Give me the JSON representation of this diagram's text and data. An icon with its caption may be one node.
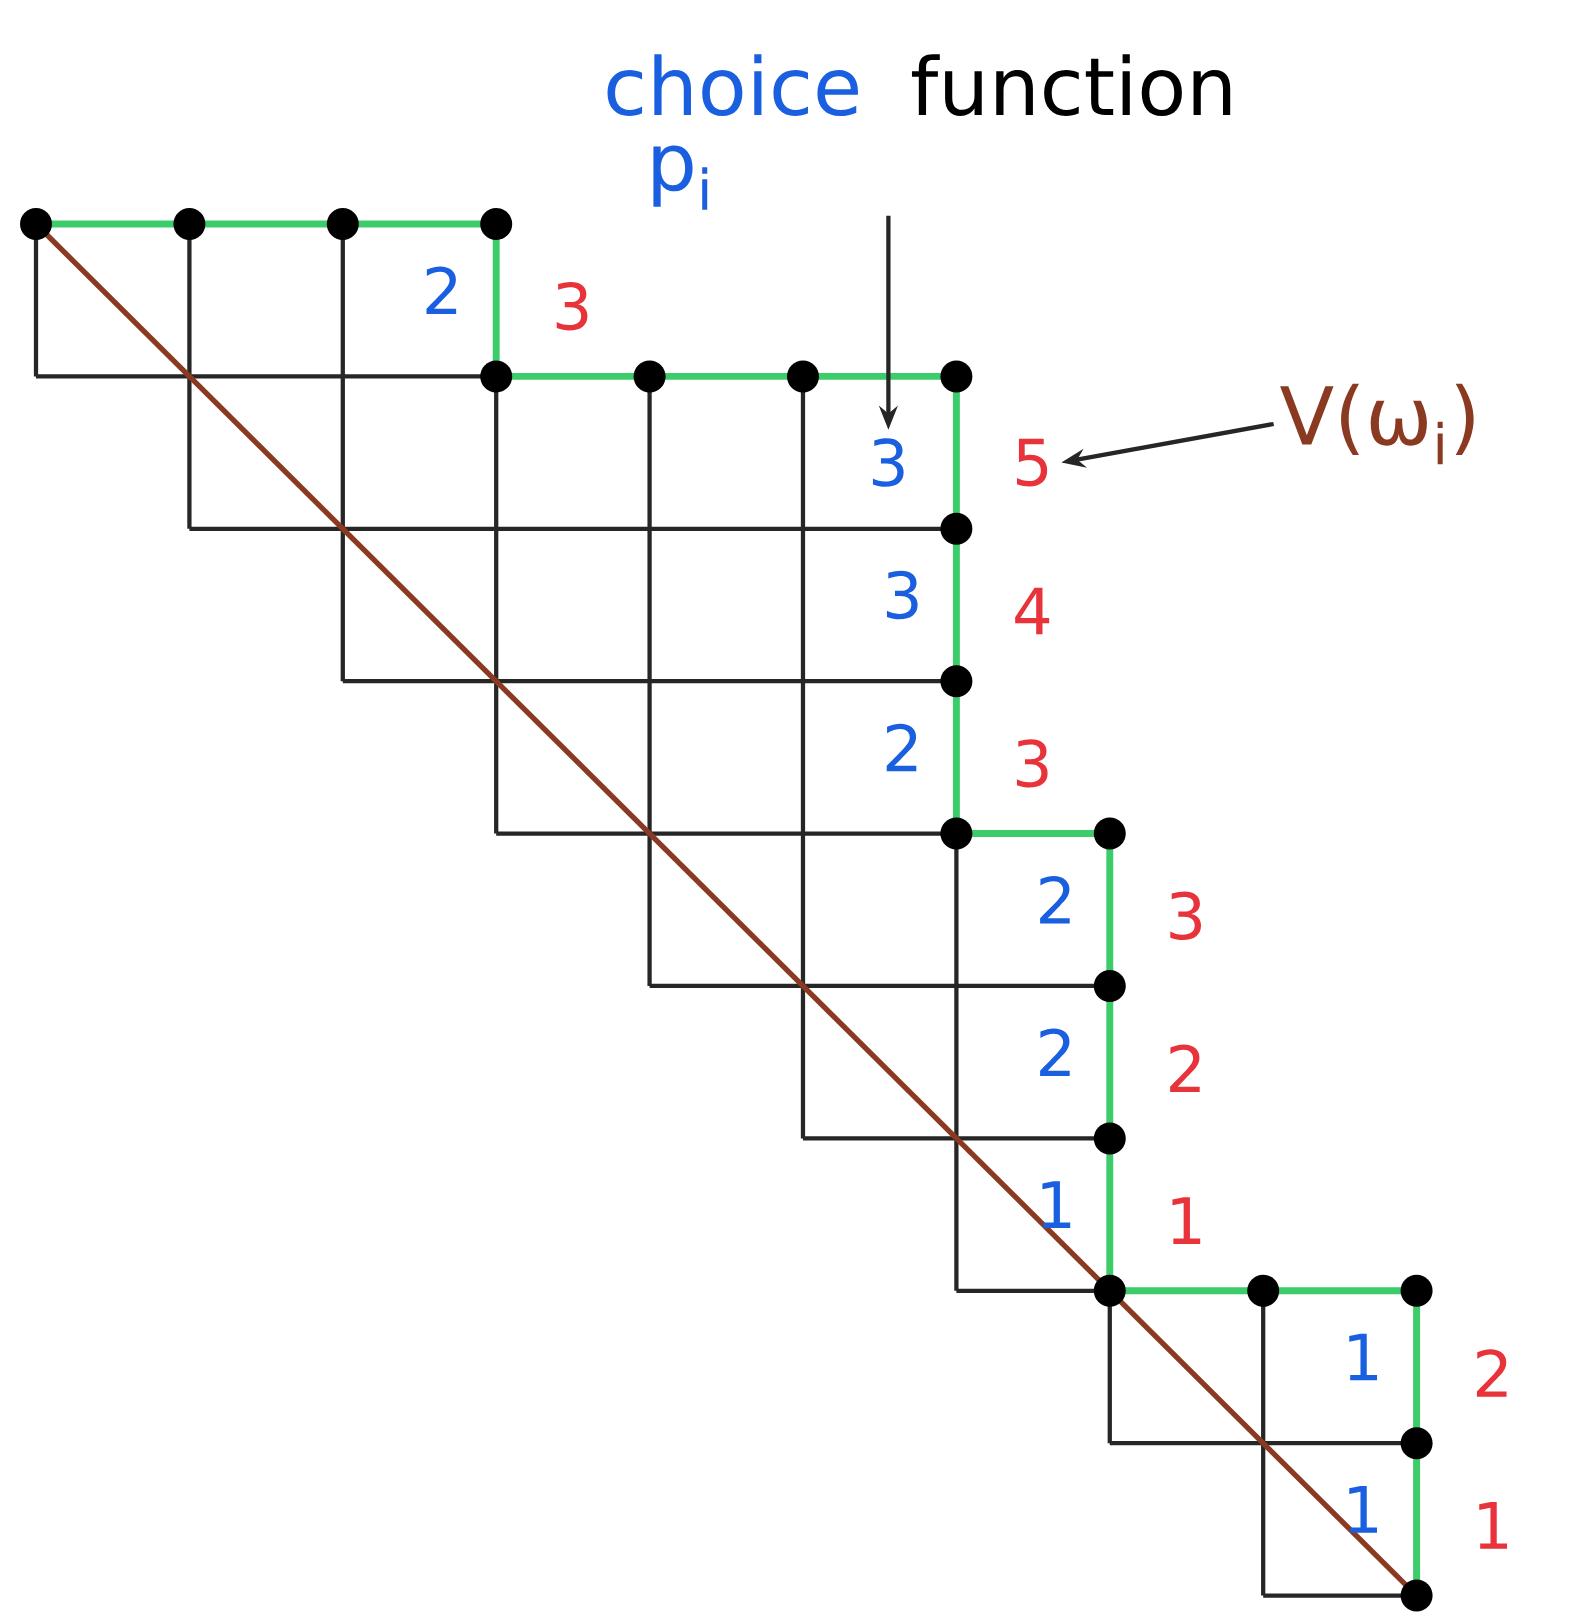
{
  "diagram": {
    "nodes": [
      {
        "text": [
          "choice",
          "function",
          "p$_{i}$"
        ]
      },
      {
        "text": [
          "3"
        ]
      },
      {
        "text": [
          "V(ω$_{i}$)"
        ]
      },
      {
        "text": [
          "5"
        ]
      }
    ],
    "edges": [
      {
        "from": 0,
        "to": 1,
        "arrow": "to"
      },
      {
        "from": 2,
        "to": 3,
        "arrow": "to"
      }
    ],
    "labels": [
      "2",
      "3",
      "3",
      "4",
      "2",
      "3",
      "2",
      "3",
      "2",
      "2",
      "1",
      "1",
      "1",
      "2",
      "1",
      "1"
    ]
  }
}
